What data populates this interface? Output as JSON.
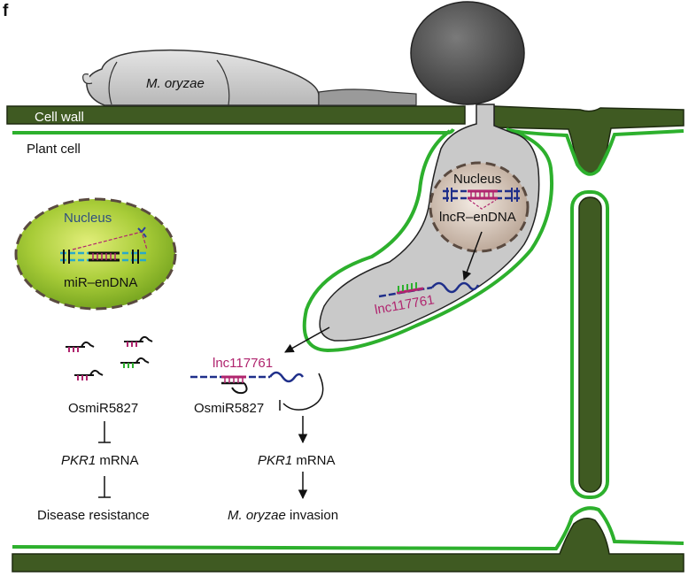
{
  "panel_letter": "f",
  "labels": {
    "fungus": "M. oryzae",
    "cell_wall": "Cell wall",
    "plant_cell": "Plant cell",
    "nucleus_fungal": "Nucleus",
    "lncr_endna": "lncR–enDNA",
    "lnc_in_hypha": "lnc117761",
    "nucleus_plant": "Nucleus",
    "mir_endna": "miR–enDNA",
    "left_mirna": "OsmiR5827",
    "left_pkr1_gene": "PKR1",
    "left_pkr1_suffix": " mRNA",
    "disease_resistance": "Disease resistance",
    "lnc_cytoplasm": "lnc117761",
    "right_mirna": "OsmiR5827",
    "right_pkr1_gene": "PKR1",
    "right_pkr1_suffix": " mRNA",
    "invasion_species": "M. oryzae",
    "invasion_suffix": " invasion"
  },
  "colors": {
    "cell_wall": "#3f5a22",
    "membrane": "#2db02d",
    "fungus": "#cfcfcf",
    "appressorium": "#555555",
    "nucleus_plant": "#8fbe2a",
    "nucleus_fungal": "#d8c6b6",
    "lncrna": "#b0246e",
    "rna_blue": "#1f2f8a"
  }
}
